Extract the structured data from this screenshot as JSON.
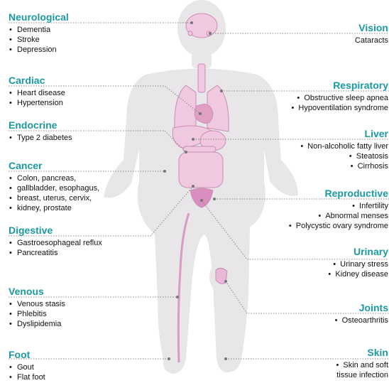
{
  "colors": {
    "heading": "#1a9aa0",
    "body_silhouette": "#e8e6e8",
    "organs": "#f0c8e0",
    "organ_outline": "#c98db5",
    "leader_lines": "#888888"
  },
  "left": [
    {
      "id": "neurological",
      "title": "Neurological",
      "items": [
        "Dementia",
        "Stroke",
        "Depression"
      ]
    },
    {
      "id": "cardiac",
      "title": "Cardiac",
      "items": [
        "Heart disease",
        "Hypertension"
      ]
    },
    {
      "id": "endocrine",
      "title": "Endocrine",
      "items": [
        "Type 2 diabetes"
      ]
    },
    {
      "id": "cancer",
      "title": "Cancer",
      "items": [
        "Colon, pancreas,",
        "gallbladder, esophagus,",
        "breast, uterus, cervix,",
        "kidney, prostate"
      ]
    },
    {
      "id": "digestive",
      "title": "Digestive",
      "items": [
        "Gastroesophageal reflux",
        "Pancreatitis"
      ]
    },
    {
      "id": "venous",
      "title": "Venous",
      "items": [
        "Venous stasis",
        "Phlebitis",
        "Dyslipidemia"
      ]
    },
    {
      "id": "foot",
      "title": "Foot",
      "items": [
        "Gout",
        "Flat foot"
      ]
    }
  ],
  "right": [
    {
      "id": "vision",
      "title": "Vision",
      "items": [
        "Cataracts"
      ],
      "no_bullet": [
        0
      ]
    },
    {
      "id": "respiratory",
      "title": "Respiratory",
      "items": [
        "Obstructive sleep apnea",
        "Hypoventilation syndrome"
      ]
    },
    {
      "id": "liver",
      "title": "Liver",
      "items": [
        "Non-alcoholic fatty liver",
        "Steatosis",
        "Cirrhosis"
      ]
    },
    {
      "id": "reproductive",
      "title": "Reproductive",
      "items": [
        "Infertility",
        "Abnormal menses",
        "Polycystic ovary syndrome"
      ]
    },
    {
      "id": "urinary",
      "title": "Urinary",
      "items": [
        "Urinary stress",
        "Kidney disease"
      ]
    },
    {
      "id": "joints",
      "title": "Joints",
      "items": [
        "Osteoarthritis"
      ]
    },
    {
      "id": "skin",
      "title": "Skin",
      "items": [
        "Skin and soft",
        "tissue infection"
      ],
      "no_bullet": [
        1
      ]
    }
  ]
}
